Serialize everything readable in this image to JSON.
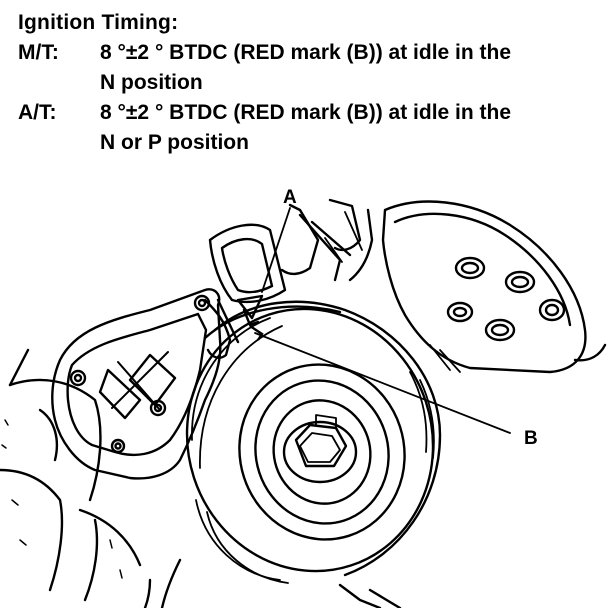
{
  "spec": {
    "title": "Ignition Timing:",
    "rows": [
      {
        "label": "M/T:",
        "line1": "8 °±2 ° BTDC (RED mark (B)) at idle in the",
        "line2": "N position"
      },
      {
        "label": "A/T:",
        "line1": "8 °±2 ° BTDC (RED mark (B)) at idle in the",
        "line2": "N or P position"
      }
    ]
  },
  "callouts": {
    "a": "A",
    "b": "B"
  }
}
